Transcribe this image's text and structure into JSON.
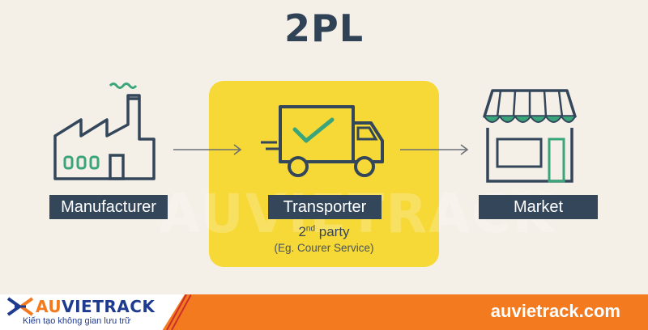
{
  "title": "2PL",
  "nodes": {
    "manufacturer": "Manufacturer",
    "transporter": "Transporter",
    "market": "Market"
  },
  "transporter_sub": {
    "number": "2",
    "ordinal": "nd",
    "word": " party",
    "example": "(Eg. Courer Service)"
  },
  "watermark": "AUVIETRACK",
  "footer": {
    "brand_a": "AU",
    "brand_b": "VIETRACK",
    "tagline": "Kiến tạo không gian lưu trữ",
    "website": "auvietrack.com"
  },
  "colors": {
    "background": "#f5f0e7",
    "highlight": "#f6d937",
    "navy": "#33465a",
    "orange": "#f37a1f"
  },
  "icons": [
    "factory-icon",
    "truck-icon",
    "store-icon",
    "arrow-right-icon"
  ]
}
